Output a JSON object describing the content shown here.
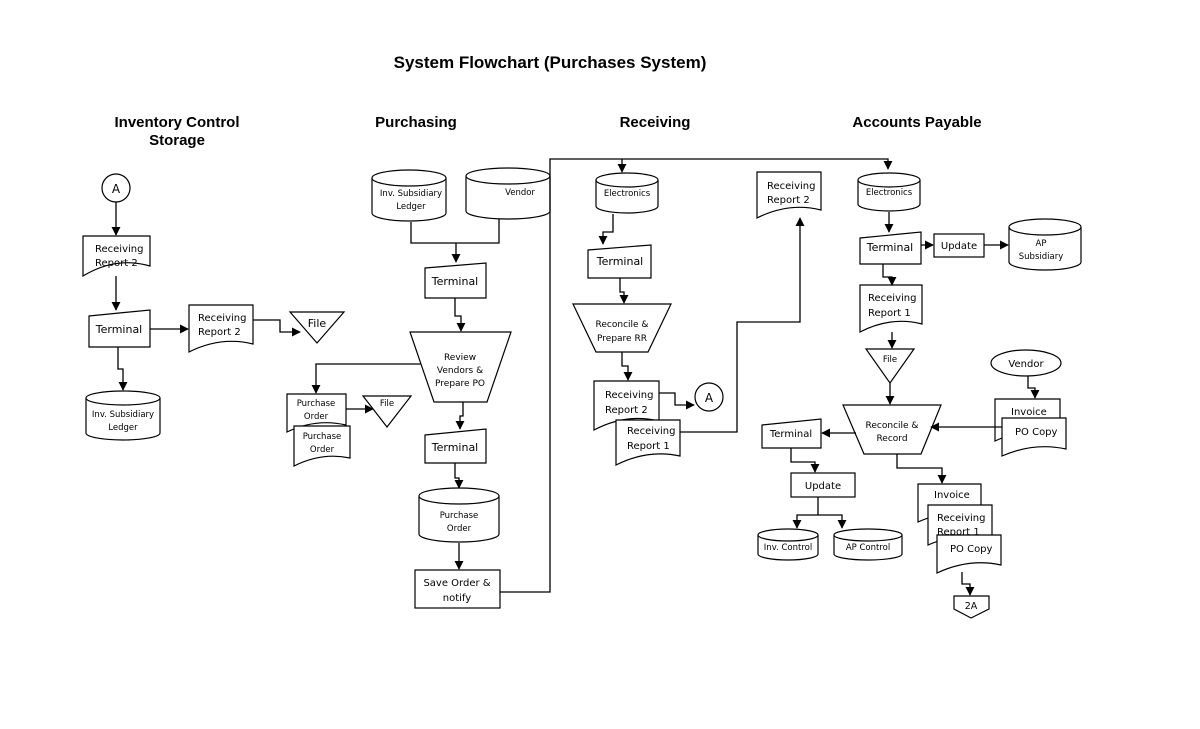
{
  "title": "System Flowchart (Purchases System)",
  "lanes": {
    "inventory_line1": "Inventory Control",
    "inventory_line2": "Storage",
    "purchasing": "Purchasing",
    "receiving": "Receiving",
    "accounts_payable": "Accounts Payable"
  },
  "inventory": {
    "connector_a": "A",
    "rr2_doc": [
      "Receiving",
      "Report 2"
    ],
    "terminal": "Terminal",
    "rr2_copy": [
      "Receiving",
      "Report 2"
    ],
    "file": "File",
    "ledger": [
      "Inv. Subsidiary",
      "Ledger"
    ]
  },
  "purchasing": {
    "inv_ledger": [
      "Inv. Subsidiary",
      "Ledger"
    ],
    "vendor": "Vendor",
    "terminal1": "Terminal",
    "review": [
      "Review",
      "Vendors &",
      "Prepare PO"
    ],
    "po_doc1": [
      "Purchase",
      "Order"
    ],
    "po_doc2": [
      "Purchase",
      "Order"
    ],
    "file": "File",
    "terminal2": "Terminal",
    "po_store": [
      "Purchase",
      "Order"
    ],
    "save": [
      "Save Order &",
      "notify"
    ]
  },
  "receiving": {
    "electronics": "Electronics",
    "terminal": "Terminal",
    "reconcile": [
      "Reconcile &",
      "Prepare RR"
    ],
    "rr2": [
      "Receiving",
      "Report 2"
    ],
    "rr1": [
      "Receiving",
      "Report 1"
    ],
    "connector_a": "A",
    "rr2_top": [
      "Receiving",
      "Report 2"
    ]
  },
  "ap": {
    "electronics": "Electronics",
    "terminal1": "Terminal",
    "update1": "Update",
    "ap_subsidiary": [
      "AP",
      "Subsidiary"
    ],
    "rr1": [
      "Receiving",
      "Report 1"
    ],
    "file": "File",
    "vendor": "Vendor",
    "invoice": "Invoice",
    "po_copy": "PO Copy",
    "reconcile": [
      "Reconcile &",
      "Record"
    ],
    "terminal2": "Terminal",
    "update2": "Update",
    "inv_control": "Inv. Control",
    "ap_control": "AP Control",
    "invoice2": "Invoice",
    "rr1_b": [
      "Receiving",
      "Report 1"
    ],
    "po_copy2": "PO Copy",
    "offpage": "2A"
  }
}
